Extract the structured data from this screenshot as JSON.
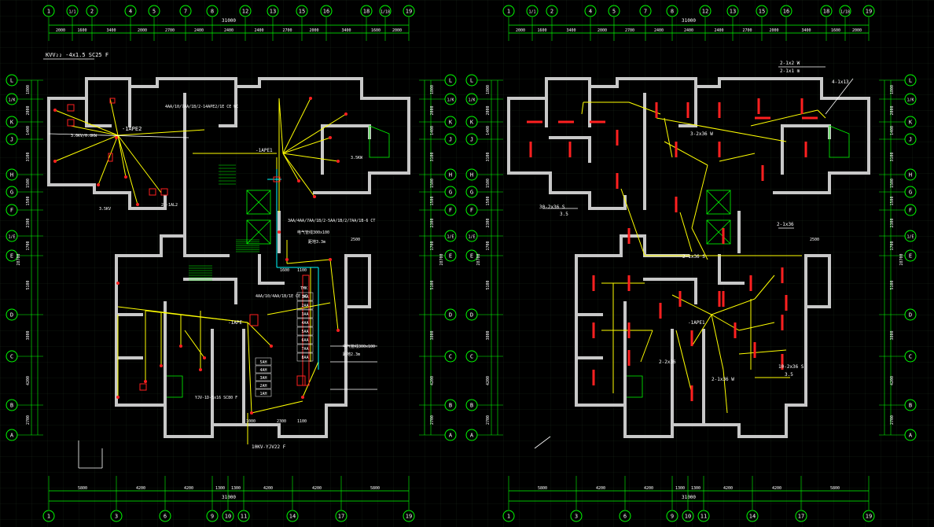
{
  "left_plan": {
    "top_axes": [
      "1",
      "1/1",
      "2",
      "4",
      "5",
      "7",
      "8",
      "12",
      "13",
      "15",
      "16",
      "18",
      "1/18",
      "19"
    ],
    "top_dims": [
      "2000",
      "1600",
      "3400",
      "2000",
      "2700",
      "2400",
      "2400",
      "2400",
      "2700",
      "2000",
      "3400",
      "1600",
      "2000"
    ],
    "top_total": "31000",
    "bottom_axes": [
      "1",
      "3",
      "6",
      "9",
      "10",
      "11",
      "14",
      "17",
      "19"
    ],
    "bottom_dims": [
      "5800",
      "4200",
      "4200",
      "1300",
      "1300",
      "4200",
      "4200",
      "5800"
    ],
    "bottom_total": "31000",
    "side_axes": [
      "L",
      "1/K",
      "K",
      "J",
      "H",
      "G",
      "F",
      "1/E",
      "E",
      "D",
      "C",
      "B",
      "A"
    ],
    "side_dims": [
      "1800",
      "2000",
      "1400",
      "3100",
      "1500",
      "1500",
      "2300",
      "1700",
      "5100",
      "3800",
      "4200",
      "2700"
    ],
    "side_total": "28700",
    "labels": {
      "cable_top": "KVV₂₂ -4x1.5 SC25 F",
      "apl2": "-1APE2",
      "apl2_note": "2  -1AL2",
      "apl1": "-1APE1",
      "ap_main": "-1APE",
      "load_a": "3.0KV/0.8KW",
      "load_b": "3.5KV",
      "load_c": "3.5KW",
      "circuit_top": "4AA/10/7AA/1B/2-14APE2/1E CE WC",
      "circuit_mid": "3AA/4AA/7AA/1B/2-5AA/1B/2/7AA/1B-6 CT",
      "circuit_low": "4AA/10/4AA/1B/1E CE WC",
      "box_a": "电气管线300x100",
      "box_a2": "距地3.3m",
      "box_b": "电气管线300x100",
      "box_b2": "距地2.3m",
      "feeder": "YJV-1D-5x16 SC80 F",
      "feeder_b": "10KV-YJV22 F",
      "room_list": [
        "1AA",
        "2AA",
        "3AA",
        "4AA",
        "5AA",
        "6AA",
        "7AA",
        "8AA"
      ],
      "room_list_b": [
        "5AH",
        "4AH",
        "3AH",
        "2AH",
        "1AH"
      ],
      "panel_title": "TMK",
      "dim_2500": "2500",
      "dim_1600": "1600",
      "dim_1100a": "1100",
      "dim_1100b": "1100",
      "dim_1000": "1000",
      "dim_2300": "2300"
    }
  },
  "right_plan": {
    "top_axes": [
      "1",
      "1/1",
      "2",
      "4",
      "5",
      "7",
      "8",
      "12",
      "13",
      "15",
      "16",
      "18",
      "1/18",
      "19"
    ],
    "top_dims": [
      "2000",
      "1600",
      "3400",
      "2000",
      "2700",
      "2400",
      "2400",
      "2400",
      "2700",
      "2000",
      "3400",
      "1600",
      "2000"
    ],
    "top_total": "31000",
    "bottom_axes": [
      "1",
      "3",
      "6",
      "9",
      "10",
      "11",
      "14",
      "17",
      "19"
    ],
    "bottom_dims": [
      "5800",
      "4200",
      "4200",
      "1300",
      "1300",
      "4200",
      "4200",
      "5800"
    ],
    "bottom_total": "31000",
    "side_axes": [
      "L",
      "1/K",
      "K",
      "J",
      "H",
      "G",
      "F",
      "1/E",
      "E",
      "D",
      "C",
      "B",
      "A"
    ],
    "side_dims": [
      "1800",
      "2000",
      "1400",
      "3100",
      "1500",
      "1500",
      "2300",
      "1700",
      "5100",
      "3800",
      "4200",
      "2700"
    ],
    "side_total": "28700",
    "labels": {
      "lamp_a": "2-1x2 W",
      "lamp_a2": "2-1x1 m",
      "lamp_b": "4-1x13",
      "lamp_c": "30-2x36 S",
      "lamp_c2": "3.5",
      "lamp_d": "3-2x36 W",
      "lamp_e": "2-1x36",
      "lamp_f": "2-1x36 S",
      "lamp_g": "10-2x36 S",
      "lamp_g2": "3.5",
      "lamp_h": "2-1x36 W",
      "lamp_i": "2-2x36",
      "ap": "-1APE1",
      "dim_2500": "2500"
    }
  }
}
